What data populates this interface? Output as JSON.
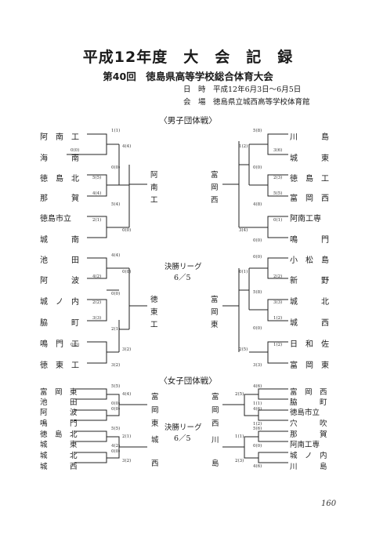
{
  "header": {
    "title": "平成12年度　大　会　記　録",
    "subtitle": "第40回　徳島県高等学校総合体育大会",
    "date_label": "日　時",
    "date_value": "平成12年6月3日〜6月5日",
    "venue_label": "会　場",
    "venue_value": "徳島県立城西高等学校体育館"
  },
  "men": {
    "section_title": "〈男子団体戦〉",
    "left_teams": [
      "阿　南　工",
      "海　　　南",
      "徳　島　北",
      "那　　　賀",
      "徳島市立",
      "城　　　南",
      "池　　　田",
      "阿　　　波",
      "城　ノ　内",
      "脇　　　町",
      "鳴　門　工",
      "徳　東　工"
    ],
    "right_teams": [
      "川　　　島",
      "城　　　東",
      "徳　島　工",
      "富　岡　西",
      "阿南工専",
      "鳴　　　門",
      "小　松　島",
      "新　　　野",
      "城　　　北",
      "城　　　西",
      "日　和　佐",
      "富　岡　東"
    ],
    "finalists": [
      "阿南工",
      "富岡西",
      "徳東工",
      "富岡東"
    ],
    "final_label": "決勝リーグ",
    "final_date": "6／5",
    "scores": [
      "1(1)",
      "0(0)",
      "4(4)",
      "0(0)",
      "5(5)",
      "4(4)",
      "5(4)",
      "2(1)",
      "0(0)",
      "4(4)",
      "0(0)",
      "4(2)",
      "2(2)",
      "0(0)",
      "3(3)",
      "2(1)",
      "0(0)",
      "3(2)",
      "3(2)",
      "5(8)",
      "1(2)",
      "3(6)",
      "0(0)",
      "2(3)",
      "5(5)",
      "4(8)",
      "0(1)",
      "3(4)",
      "0(0)",
      "0(0)",
      "0(1)",
      "2(2)",
      "5(8)",
      "3(3)",
      "1(2)",
      "0(0)",
      "1(2)",
      "2(5)",
      "3(3)"
    ]
  },
  "women": {
    "section_title": "〈女子団体戦〉",
    "left_teams": [
      "富　岡　東",
      "池　　　田",
      "阿　　　波",
      "鳴　　　門",
      "徳　島　北",
      "城　　　東",
      "城　　　北",
      "城　　　西"
    ],
    "right_teams": [
      "富　岡　西",
      "脇　　　町",
      "徳島市立",
      "穴　　　吹",
      "那　　　賀",
      "阿南工専",
      "城　ノ　内",
      "川　　　島"
    ],
    "mid_left": [
      "富",
      "岡",
      "東",
      "城",
      "西"
    ],
    "mid_right": [
      "富",
      "岡",
      "西",
      "川",
      "島"
    ],
    "final_label": "決勝リーグ",
    "final_date": "6／5",
    "scores": [
      "5(5)",
      "4(4)",
      "0(0)",
      "0(0)",
      "5(5)",
      "2(1)",
      "4(2)",
      "0(0)",
      "3(2)",
      "2(5)",
      "4(6)",
      "1(1)",
      "4(6)",
      "1(2)",
      "5(6)",
      "1(1)",
      "0(0)",
      "2(3)",
      "4(6)"
    ]
  },
  "page_number": "160"
}
